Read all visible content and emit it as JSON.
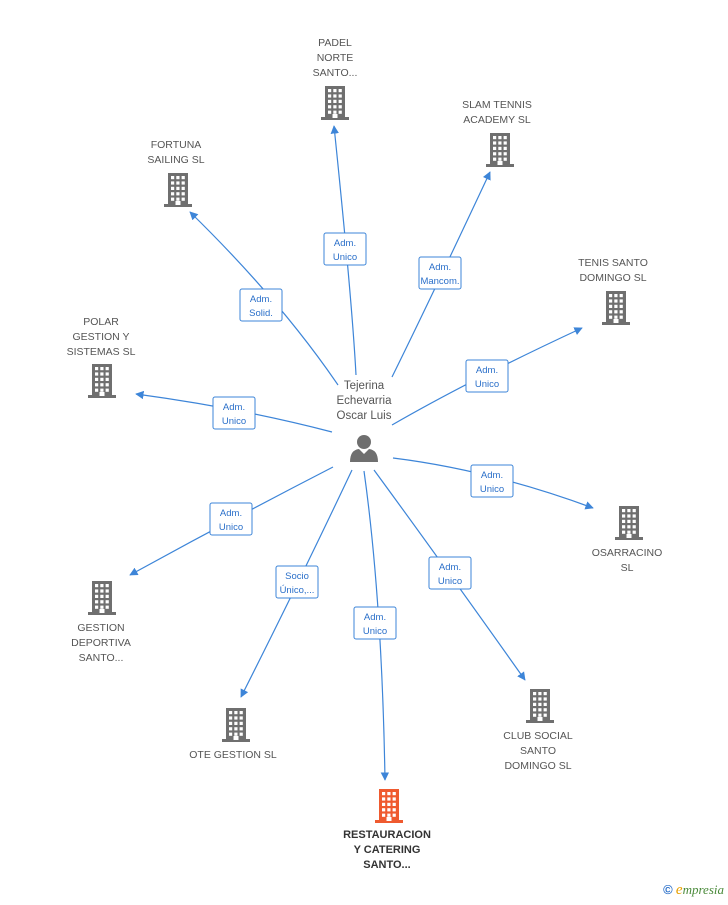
{
  "colors": {
    "edge": "#3d85d8",
    "building": "#6f6f6f",
    "building_highlight": "#ef5a2f",
    "person": "#6f6f6f",
    "label_border": "#3d85d8"
  },
  "person": {
    "name_lines": [
      "Tejerina",
      "Echevarria",
      "Oscar Luis"
    ],
    "icon": "person-icon"
  },
  "companies": [
    {
      "id": "padel",
      "lines": [
        "PADEL",
        "NORTE",
        "SANTO..."
      ],
      "icon": "building-icon",
      "highlight": false
    },
    {
      "id": "slam",
      "lines": [
        "SLAM TENNIS",
        "ACADEMY SL"
      ],
      "icon": "building-icon",
      "highlight": false
    },
    {
      "id": "fortuna",
      "lines": [
        "FORTUNA",
        "SAILING SL"
      ],
      "icon": "building-icon",
      "highlight": false
    },
    {
      "id": "tenis",
      "lines": [
        "TENIS SANTO",
        "DOMINGO SL"
      ],
      "icon": "building-icon",
      "highlight": false
    },
    {
      "id": "polar",
      "lines": [
        "POLAR",
        "GESTION Y",
        "SISTEMAS  SL"
      ],
      "icon": "building-icon",
      "highlight": false
    },
    {
      "id": "osarracino",
      "lines": [
        "OSARRACINO",
        "SL"
      ],
      "icon": "building-icon",
      "highlight": false
    },
    {
      "id": "gestion",
      "lines": [
        "GESTION",
        "DEPORTIVA",
        "SANTO..."
      ],
      "icon": "building-icon",
      "highlight": false
    },
    {
      "id": "club",
      "lines": [
        "CLUB SOCIAL",
        "SANTO",
        "DOMINGO SL"
      ],
      "icon": "building-icon",
      "highlight": false
    },
    {
      "id": "ote",
      "lines": [
        "OTE GESTION SL"
      ],
      "icon": "building-icon",
      "highlight": false
    },
    {
      "id": "restauracion",
      "lines": [
        "RESTAURACION",
        "Y CATERING",
        "SANTO..."
      ],
      "icon": "building-icon",
      "highlight": true
    }
  ],
  "edges": [
    {
      "to": "padel",
      "label": [
        "Adm.",
        "Unico"
      ]
    },
    {
      "to": "slam",
      "label": [
        "Adm.",
        "Mancom."
      ]
    },
    {
      "to": "fortuna",
      "label": [
        "Adm.",
        "Solid."
      ]
    },
    {
      "to": "tenis",
      "label": [
        "Adm.",
        "Unico"
      ]
    },
    {
      "to": "polar",
      "label": [
        "Adm.",
        "Unico"
      ]
    },
    {
      "to": "osarracino",
      "label": [
        "Adm.",
        "Unico"
      ]
    },
    {
      "to": "gestion",
      "label": [
        "Adm.",
        "Unico"
      ]
    },
    {
      "to": "club",
      "label": [
        "Adm.",
        "Unico"
      ]
    },
    {
      "to": "ote",
      "label": [
        "Socio",
        "Único,..."
      ]
    },
    {
      "to": "restauracion",
      "label": [
        "Adm.",
        "Unico"
      ]
    }
  ],
  "brand": {
    "symbol": "©",
    "initial": "e",
    "rest": "mpresia"
  }
}
